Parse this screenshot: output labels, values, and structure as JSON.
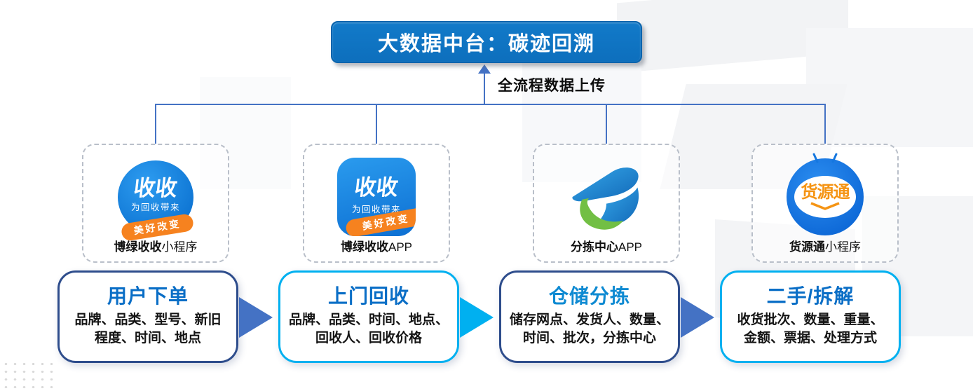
{
  "banner": {
    "title": "大数据中台：碳迹回溯"
  },
  "connector": {
    "upload_label": "全流程数据上传"
  },
  "apps": [
    {
      "label_brand": "博绿收收",
      "label_suffix": "小程序",
      "icon": {
        "line1": "收收",
        "line2": "为回收带来",
        "line3": "美好改变"
      }
    },
    {
      "label_brand": "博绿收收",
      "label_suffix": "APP",
      "icon": {
        "line1": "收收",
        "line2": "为回收带来",
        "line3": "美好改变"
      }
    },
    {
      "label_brand": "分拣中心",
      "label_suffix": "APP"
    },
    {
      "label_brand": "货源通",
      "label_suffix": "小程序",
      "icon": {
        "text": "货源通"
      }
    }
  ],
  "steps": [
    {
      "title": "用户下单",
      "detail_line1": "品牌、品类、型号、新旧",
      "detail_line2": "程度、时间、地点"
    },
    {
      "title": "上门回收",
      "detail_line1": "品牌、品类、时间、地点、",
      "detail_line2": "回收人、回收价格"
    },
    {
      "title": "仓储分拣",
      "detail_line1": "储存网点、发货人、数量、",
      "detail_line2": "时间、批次，分拣中心"
    },
    {
      "title": "二手/拆解",
      "detail_line1": "收货批次、数量、重量、",
      "detail_line2": "金额、票据、处理方式"
    }
  ],
  "colors": {
    "banner_bg": "#0d6fbd",
    "connector_line": "#4472c4",
    "navy_border": "#2e4d8c",
    "cyan_border": "#00b0f0",
    "arrow_blue": "#4472c4",
    "arrow_cyan": "#00b0f0",
    "step_title_blue": "#0a6ec6",
    "step_title_sky": "#0e8ad2",
    "icon_blue": "#1787e8",
    "icon_orange": "#f6821f",
    "logo_green": "#72bf44",
    "logo_blue": "#1d82d2"
  }
}
